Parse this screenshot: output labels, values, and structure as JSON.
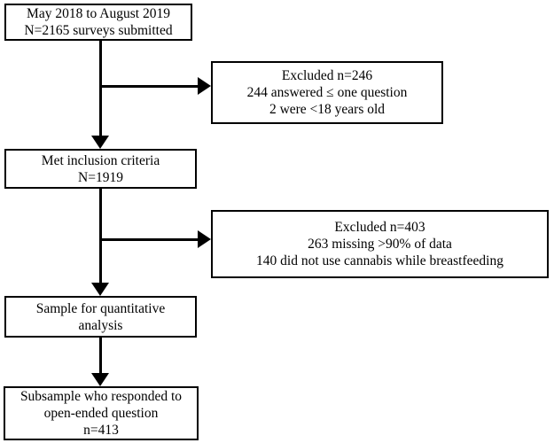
{
  "diagram": {
    "colors": {
      "background": "#ffffff",
      "box_fill": "#ffffff",
      "box_border": "#000000",
      "arrow": "#000000",
      "text": "#000000"
    },
    "boxes": {
      "surveys": {
        "lines": [
          "May 2018 to August 2019",
          "N=2165 surveys submitted"
        ]
      },
      "excluded_first": {
        "lines": [
          "Excluded n=246",
          "244 answered ≤ one question",
          "2 were <18 years old"
        ]
      },
      "inclusion": {
        "lines": [
          "Met inclusion criteria",
          "N=1919"
        ]
      },
      "excluded_second": {
        "lines": [
          "Excluded n=403",
          "263 missing >90% of data",
          "140 did not use cannabis while breastfeeding"
        ]
      },
      "quantitative": {
        "lines": [
          "Sample for quantitative",
          "analysis"
        ]
      },
      "subsample": {
        "lines": [
          "Subsample who responded to",
          "open-ended question",
          "n=413"
        ]
      }
    }
  }
}
